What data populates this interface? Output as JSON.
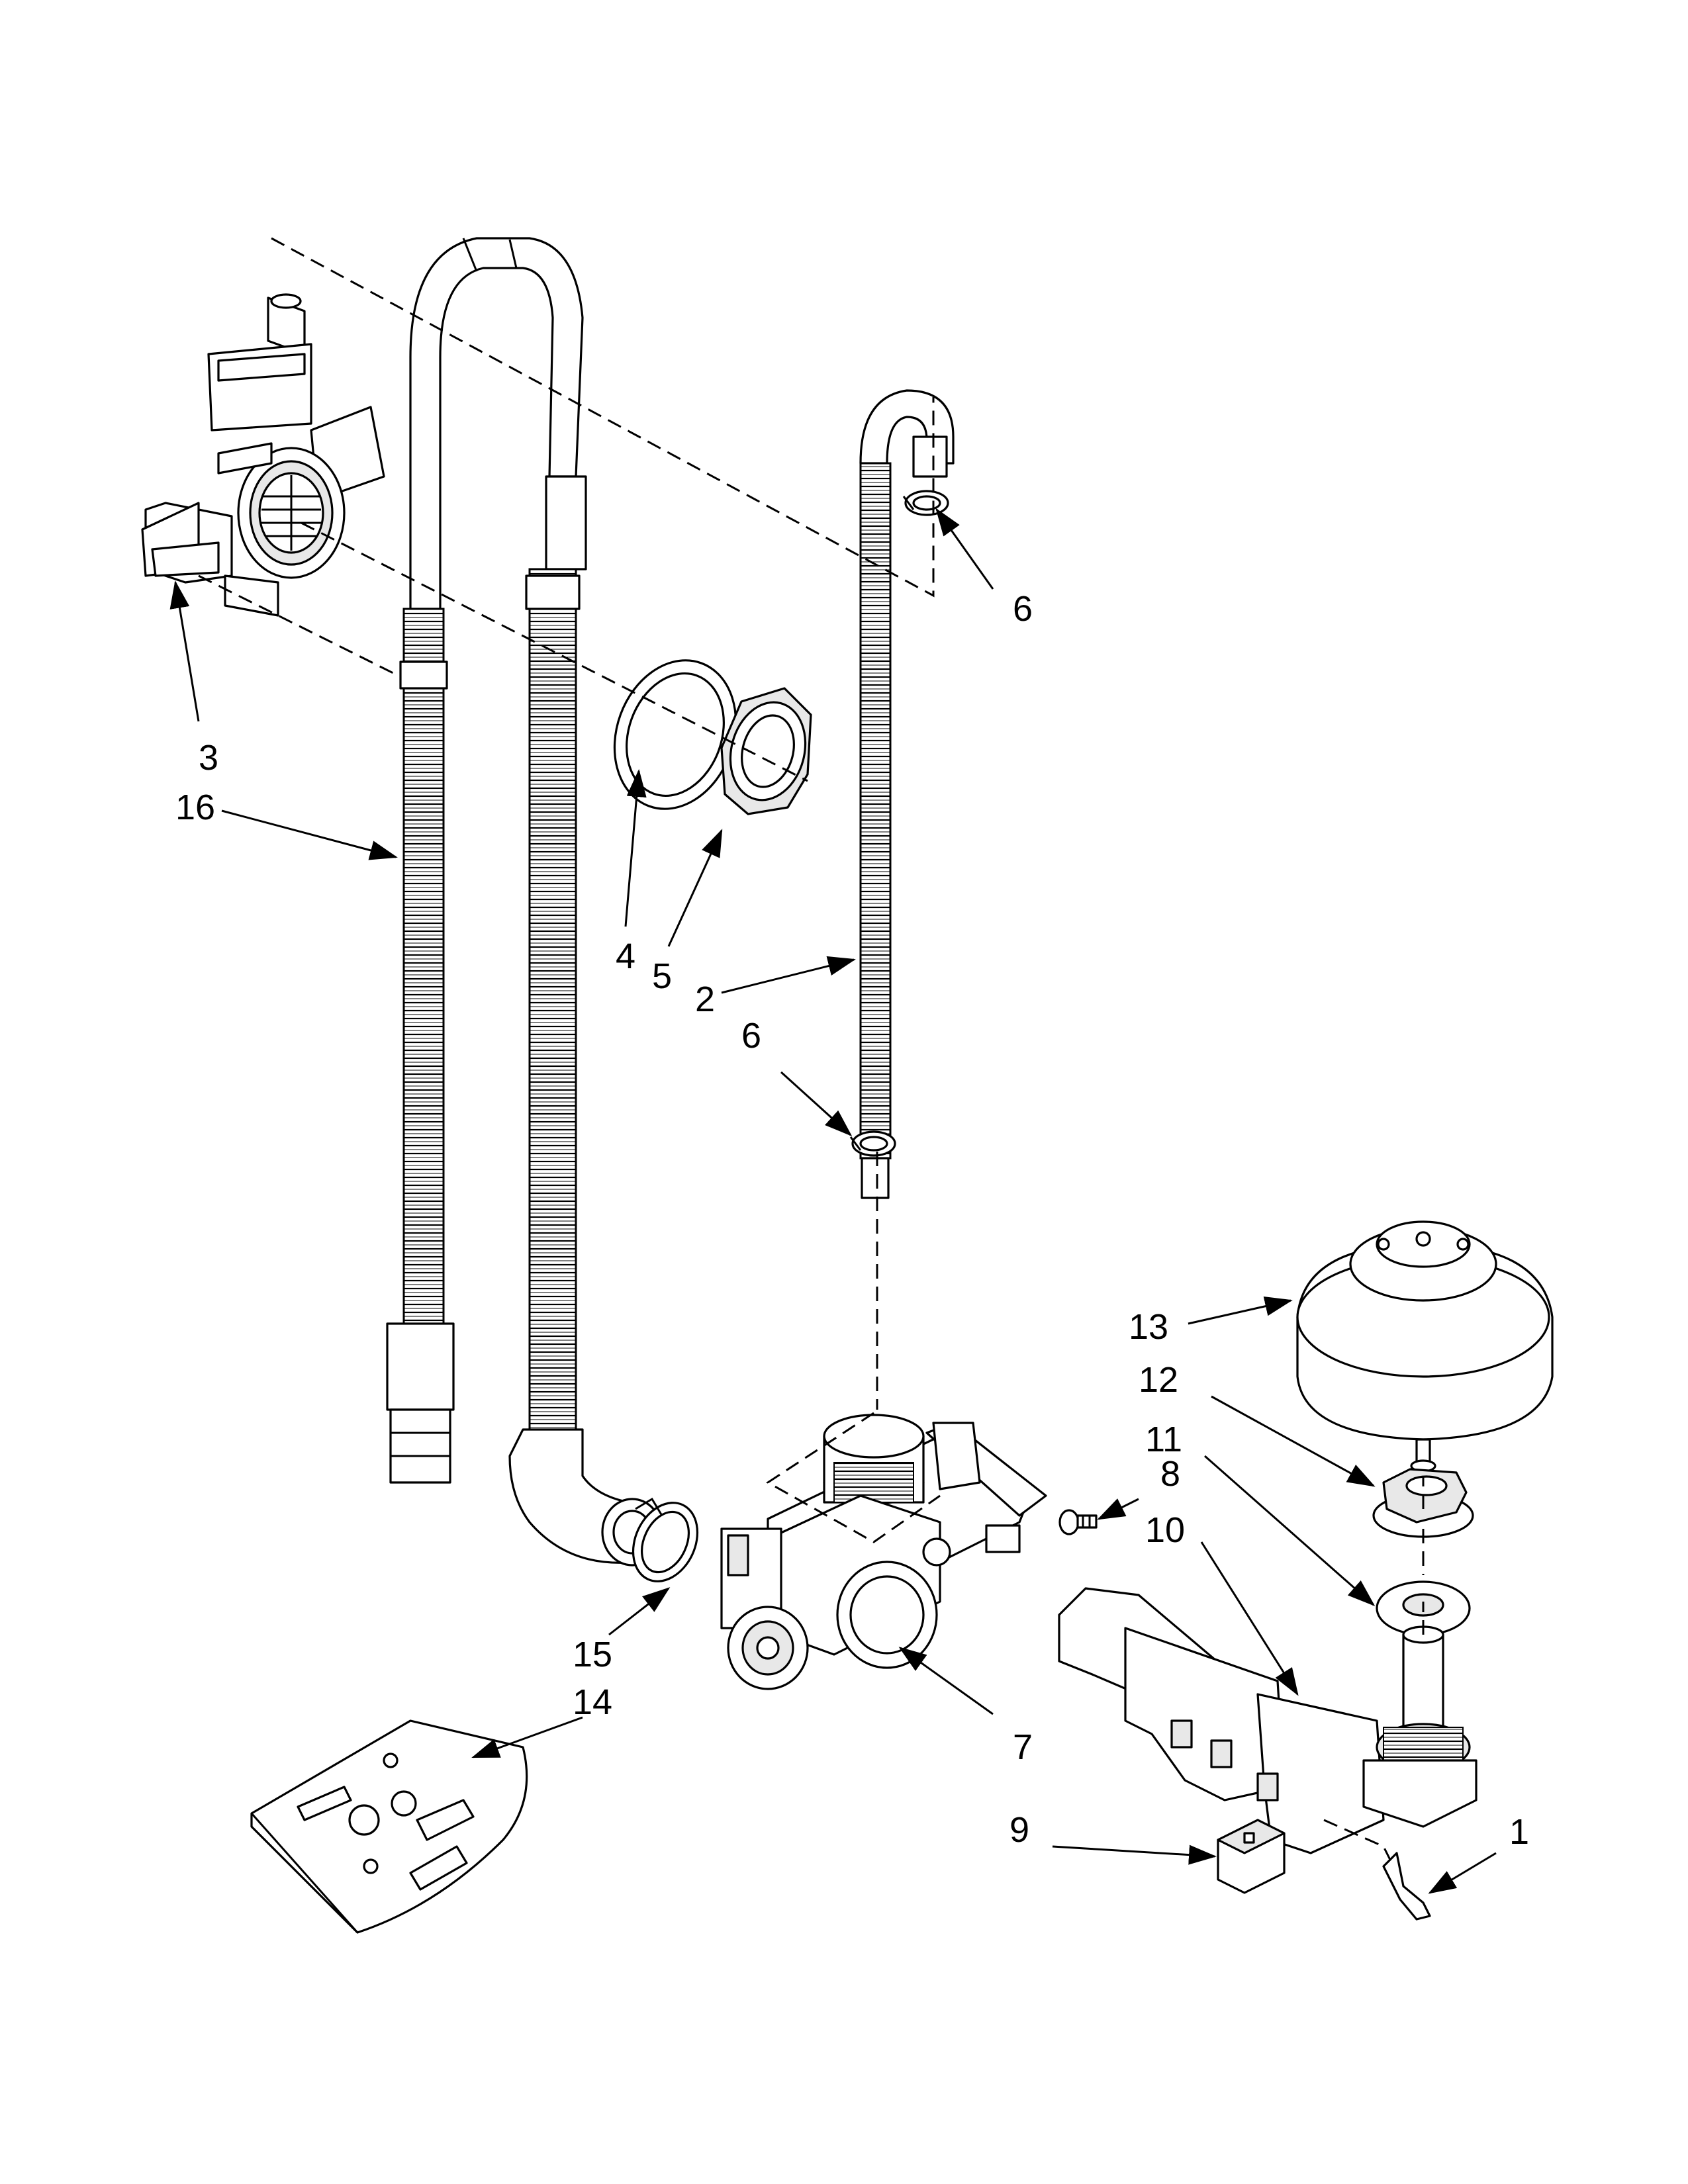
{
  "callouts": {
    "c1": "1",
    "c2": "2",
    "c3": "3",
    "c4": "4",
    "c5": "5",
    "c6a": "6",
    "c6b": "6",
    "c7": "7",
    "c8": "8",
    "c9": "9",
    "c10": "10",
    "c11": "11",
    "c12": "12",
    "c13": "13",
    "c14": "14",
    "c15": "15",
    "c16": "16"
  }
}
